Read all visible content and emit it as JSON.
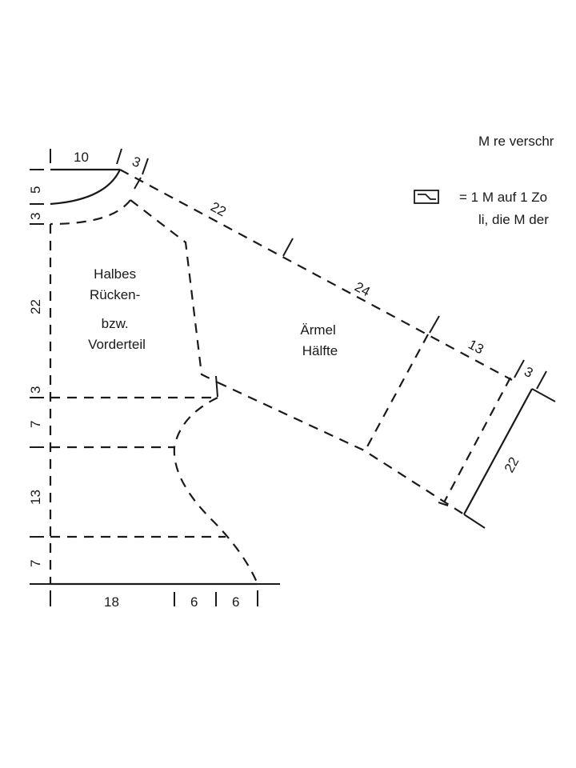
{
  "legend": {
    "line1": "M re verschr",
    "line2_eq": "= 1 M auf 1 Zo",
    "line3": "li, die M der",
    "symbol_icon": "decrease-symbol-icon"
  },
  "pieces": {
    "body_label": [
      "Halbes",
      "Rücken-",
      "bzw.",
      "Vorderteil"
    ],
    "sleeve_label": [
      "Ärmel",
      "Hälfte"
    ]
  },
  "dimensions": {
    "top_width": "10",
    "neck_depth": "5",
    "shoulder_drop": "3",
    "body_upper": "22",
    "armhole_step": "3",
    "waist_upper": "7",
    "waist_mid": "13",
    "hem_rib": "7",
    "bottom_left": "18",
    "bottom_mid": "6",
    "bottom_right": "6",
    "shoulder_top": "3",
    "raglan_upper": "22",
    "raglan_lower": "24",
    "sleeve_cuff_part": "13",
    "sleeve_end_step": "3",
    "sleeve_end_width": "22"
  },
  "colors": {
    "ink": "#1a1a1a",
    "background": "#ffffff"
  }
}
